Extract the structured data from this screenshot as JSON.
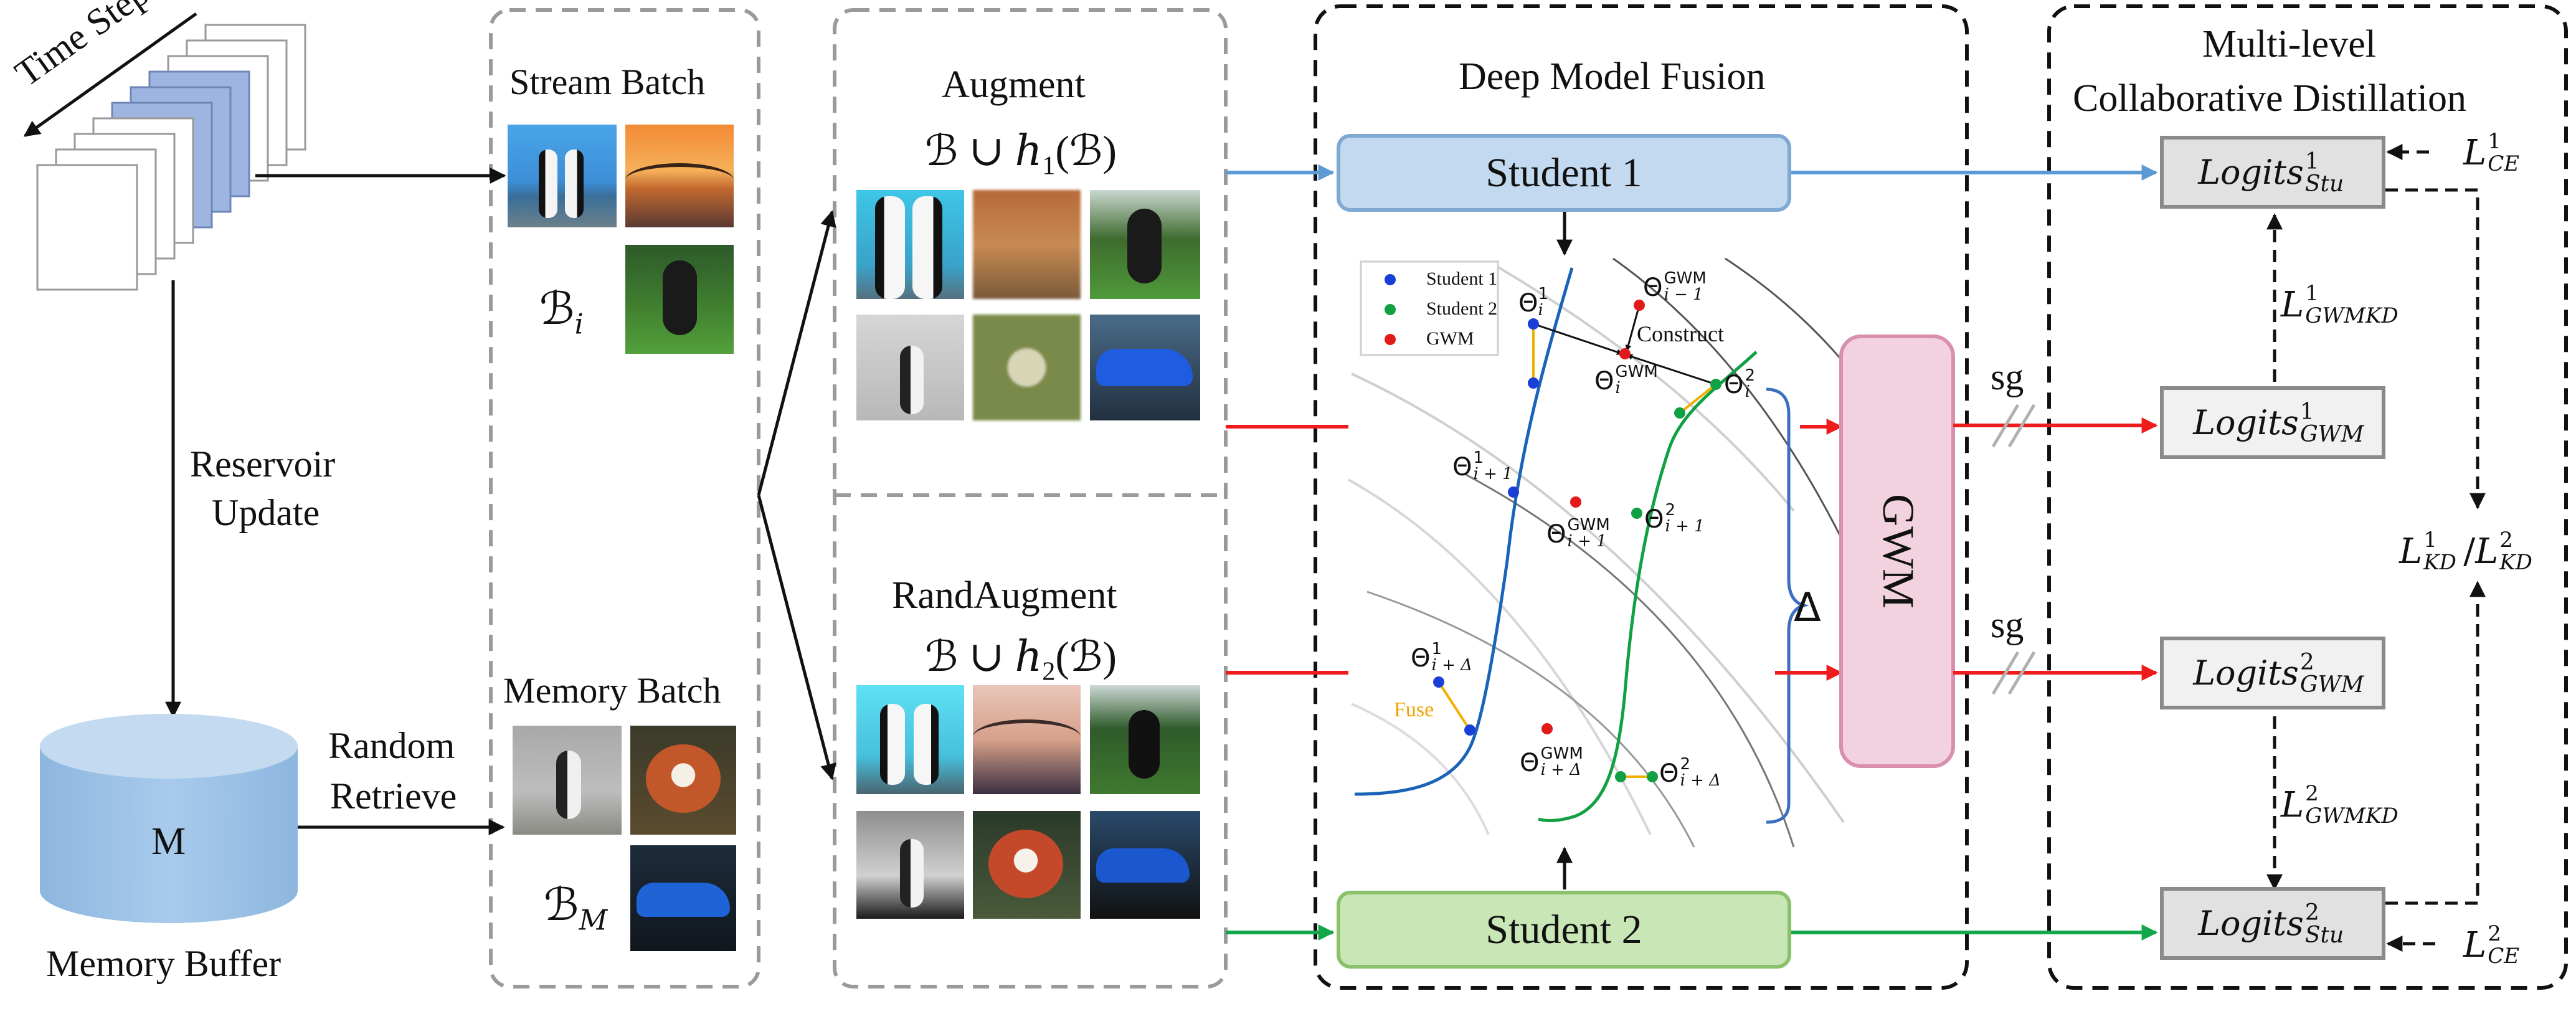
{
  "timestep": {
    "label": "Time Step"
  },
  "left": {
    "reservoir_update": [
      "Reservoir",
      "Update"
    ],
    "memory_symbol": "M",
    "memory_buffer": "Memory Buffer",
    "random_retrieve": [
      "Random",
      "Retrieve"
    ]
  },
  "batch_panel": {
    "stream_batch": "Stream Batch",
    "memory_batch": "Memory Batch",
    "b_i": {
      "base": "ℬ",
      "sub": "i"
    },
    "b_m": {
      "base": "ℬ",
      "sub": "M"
    }
  },
  "augment_panel": {
    "augment_title": "Augment",
    "augment_formula": {
      "left": "ℬ ∪ ",
      "h": "h",
      "sub": "1",
      "paren": "(ℬ)"
    },
    "randaugment_title": "RandAugment",
    "randaugment_formula": {
      "left": "ℬ ∪ ",
      "h": "h",
      "sub": "2",
      "paren": "(ℬ)"
    }
  },
  "fusion_panel": {
    "title": "Deep Model Fusion",
    "student1": "Student 1",
    "student2": "Student 2",
    "gwm_box": "GWM",
    "delta": "Δ",
    "legend": [
      "Student 1",
      "Student 2",
      "GWM"
    ],
    "construct": "Construct",
    "fuse": "Fuse",
    "theta": "Θ",
    "points": {
      "s1_i": {
        "sup": "1",
        "sub": "i"
      },
      "g_im1": {
        "sup": "GWM",
        "sub": "i − 1"
      },
      "g_i": {
        "sup": "GWM",
        "sub": "i"
      },
      "s2_i": {
        "sup": "2",
        "sub": "i"
      },
      "s1_ip1": {
        "sup": "1",
        "sub": "i + 1"
      },
      "g_ip1": {
        "sup": "GWM",
        "sub": "i + 1"
      },
      "s2_ip1": {
        "sup": "2",
        "sub": "i + 1"
      },
      "s1_ipd": {
        "sup": "1",
        "sub": "i + Δ"
      },
      "g_ipd": {
        "sup": "GWM",
        "sub": "i + Δ"
      },
      "s2_ipd": {
        "sup": "2",
        "sub": "i + Δ"
      }
    },
    "sg": "sg"
  },
  "distill_panel": {
    "title": [
      "Multi-level",
      "Collaborative Distillation"
    ],
    "logits_label": "Logits",
    "logit_stu1": {
      "sup": "1",
      "sub": "Stu"
    },
    "logit_gwm1": {
      "sup": "1",
      "sub": "GWM"
    },
    "logit_gwm2": {
      "sup": "2",
      "sub": "GWM"
    },
    "logit_stu2": {
      "sup": "2",
      "sub": "Stu"
    },
    "loss_l": "L",
    "l_ce1": {
      "sup": "1",
      "sub": "CE"
    },
    "l_ce2": {
      "sup": "2",
      "sub": "CE"
    },
    "l_gwmkd1": {
      "sup": "1",
      "sub": "GWMKD"
    },
    "l_gwmkd2": {
      "sup": "2",
      "sub": "GWMKD"
    },
    "l_kd1": {
      "sup": "1",
      "sub": "KD"
    },
    "l_kd2": {
      "sup": "2",
      "sub": "KD"
    },
    "slash": "/"
  },
  "colors": {
    "student1_fill": "#c3d9ef",
    "student1_border": "#7fa9d3",
    "student2_fill": "#c9e6b7",
    "student2_border": "#8ac16a",
    "gwm_fill": "#f2d2df",
    "gwm_border": "#d98fae",
    "blue_arrow": "#5b9bd5",
    "red_arrow": "#ee1c1c",
    "green_arrow": "#12a84a",
    "curve_blue": "#1a63b8",
    "curve_green": "#11a043",
    "fuse_line": "#f0b000",
    "memory_fill": "#9dc3e6",
    "stack_fill": "#9db5e0"
  }
}
